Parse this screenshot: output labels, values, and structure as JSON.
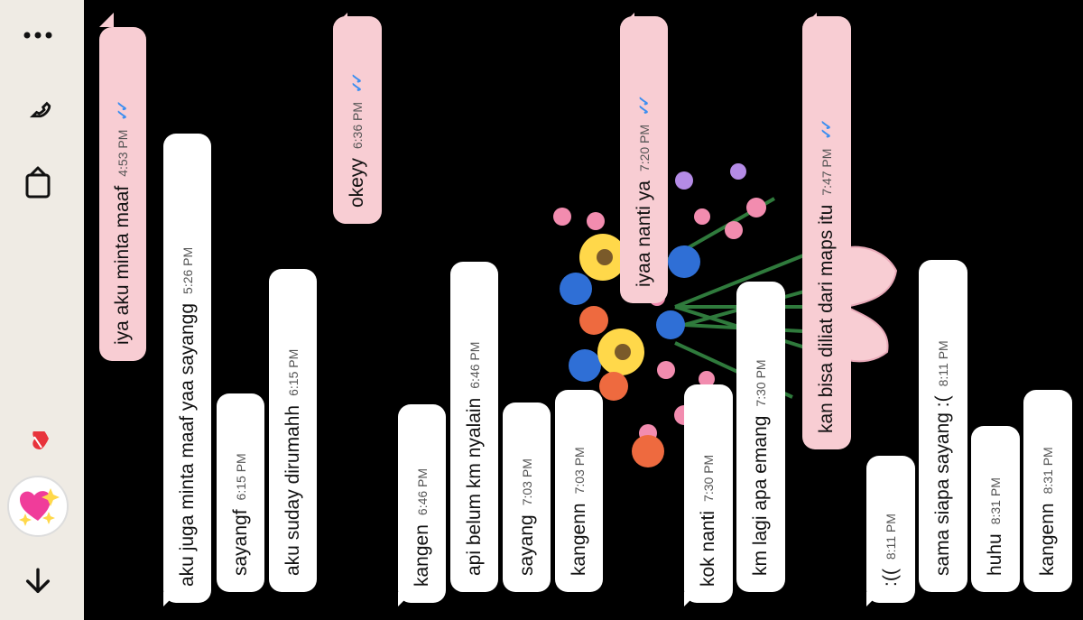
{
  "colors": {
    "outgoing": "#f8cdd3",
    "incoming": "#ffffff",
    "tick": "#3b8ef0",
    "topbar": "#efebe4"
  },
  "topbar": {
    "icons": [
      "more-vertical-icon",
      "phone-icon",
      "video-call-icon",
      "heart-sticker-icon",
      "back-arrow-icon"
    ]
  },
  "messages": [
    {
      "text": "iya aku minta maaf",
      "time": "4:53 PM",
      "dir": "out"
    },
    {
      "text": "aku juga minta maaf yaa sayangg",
      "time": "5:26 PM",
      "dir": "in"
    },
    {
      "text": "sayangf",
      "time": "6:15 PM",
      "dir": "in"
    },
    {
      "text": "aku suday dirumahh",
      "time": "6:15 PM",
      "dir": "in"
    },
    {
      "text": "okeyy",
      "time": "6:36 PM",
      "dir": "out"
    },
    {
      "text": "kangen",
      "time": "6:46 PM",
      "dir": "in"
    },
    {
      "text": "api belum km nyalain",
      "time": "6:46 PM",
      "dir": "in"
    },
    {
      "text": "sayang",
      "time": "7:03 PM",
      "dir": "in"
    },
    {
      "text": "kangenn",
      "time": "7:03 PM",
      "dir": "in"
    },
    {
      "text": "iyaa nanti ya",
      "time": "7:20 PM",
      "dir": "out"
    },
    {
      "text": "kok nanti",
      "time": "7:30 PM",
      "dir": "in"
    },
    {
      "text": "km lagi apa emang",
      "time": "7:30 PM",
      "dir": "in"
    },
    {
      "text": "kan bisa diliat dari maps itu",
      "time": "7:47 PM",
      "dir": "out"
    },
    {
      "text": ":((",
      "time": "8:11 PM",
      "dir": "in"
    },
    {
      "text": "sama siapa sayang :(",
      "time": "8:11 PM",
      "dir": "in"
    },
    {
      "text": "huhu",
      "time": "8:31 PM",
      "dir": "in"
    },
    {
      "text": "kangenn",
      "time": "8:31 PM",
      "dir": "in"
    }
  ]
}
